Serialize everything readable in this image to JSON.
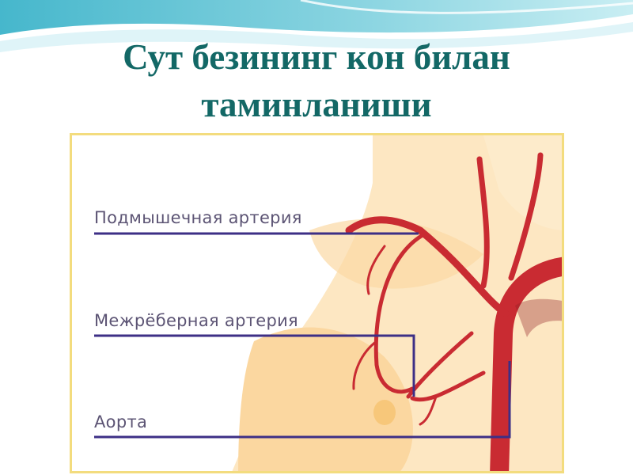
{
  "slide": {
    "title_line1": "Сут безининг кон билан",
    "title_line2": "таминланиши"
  },
  "diagram": {
    "labels": [
      "Подмышечная артерия",
      "Межрёберная артерия",
      "Аорта"
    ]
  },
  "colors": {
    "title": "#136866",
    "frame": "#f3dc7e",
    "skin": "#fce2b6",
    "artery": "#c92b32",
    "leader": "#3d2f86"
  }
}
